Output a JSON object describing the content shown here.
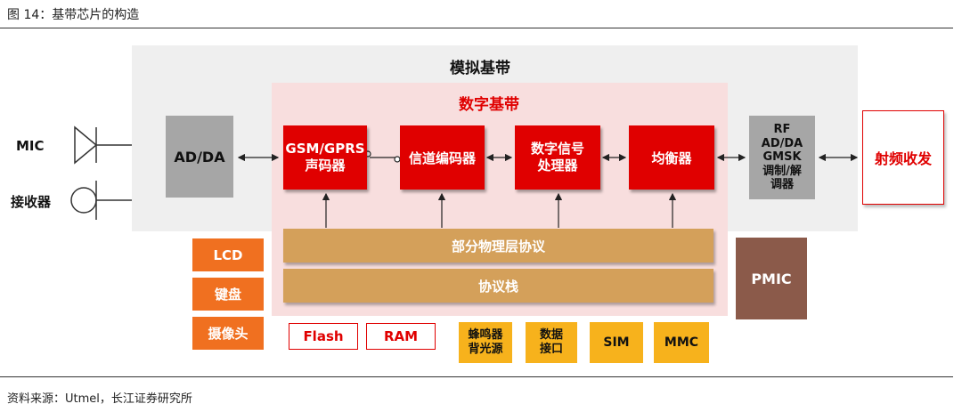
{
  "figure_title": "图 14：基带芯片的构造",
  "source": "资料来源：Utmel，长江证券研究所",
  "analog_label": "模拟基带",
  "digital_label": "数字基带",
  "left": {
    "mic": "MIC",
    "receiver": "接收器"
  },
  "blocks": {
    "adda": "AD/DA",
    "gsm": "GSM/GPRS\n声码器",
    "channel": "信道编码器",
    "dsp": "数字信号\n处理器",
    "equalizer": "均衡器",
    "rf": "RF\nAD/DA\nGMSK\n调制/解\n调器",
    "transceiver": "射频收发",
    "phy": "部分物理层协议",
    "stack": "协议栈",
    "pmic": "PMIC"
  },
  "peripherals": {
    "lcd": "LCD",
    "keyboard": "键盘",
    "camera": "摄像头",
    "flash": "Flash",
    "ram": "RAM",
    "buzzer": "蜂鸣器\n背光源",
    "data_port": "数据\n接口",
    "sim": "SIM",
    "mmc": "MMC"
  },
  "colors": {
    "red": "#e00000",
    "orange": "#f07020",
    "tan": "#d4a05a",
    "brown": "#8b5a4a",
    "yellow": "#f7b21c",
    "gray": "#a6a6a6"
  }
}
